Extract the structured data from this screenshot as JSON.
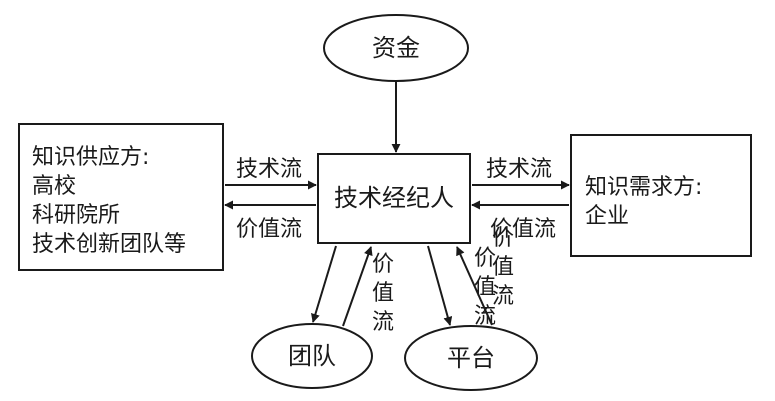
{
  "nodes": {
    "funding": "资金",
    "broker": "技术经纪人",
    "supply": {
      "title": "知识供应方:",
      "lines": [
        "高校",
        "科研院所",
        "技术创新团队等"
      ]
    },
    "demand": {
      "title": "知识需求方:",
      "lines": [
        "企业"
      ]
    },
    "team": "团队",
    "platform": "平台"
  },
  "edges": {
    "supply_to_broker": "技术流",
    "broker_to_supply": "价值流",
    "broker_to_demand": "技术流",
    "demand_to_broker": "价值流",
    "team_value": [
      "价",
      "值",
      "流"
    ],
    "platform_value_1": [
      "价",
      "值",
      "流"
    ],
    "platform_value_2": [
      "价",
      "值",
      "流"
    ]
  }
}
